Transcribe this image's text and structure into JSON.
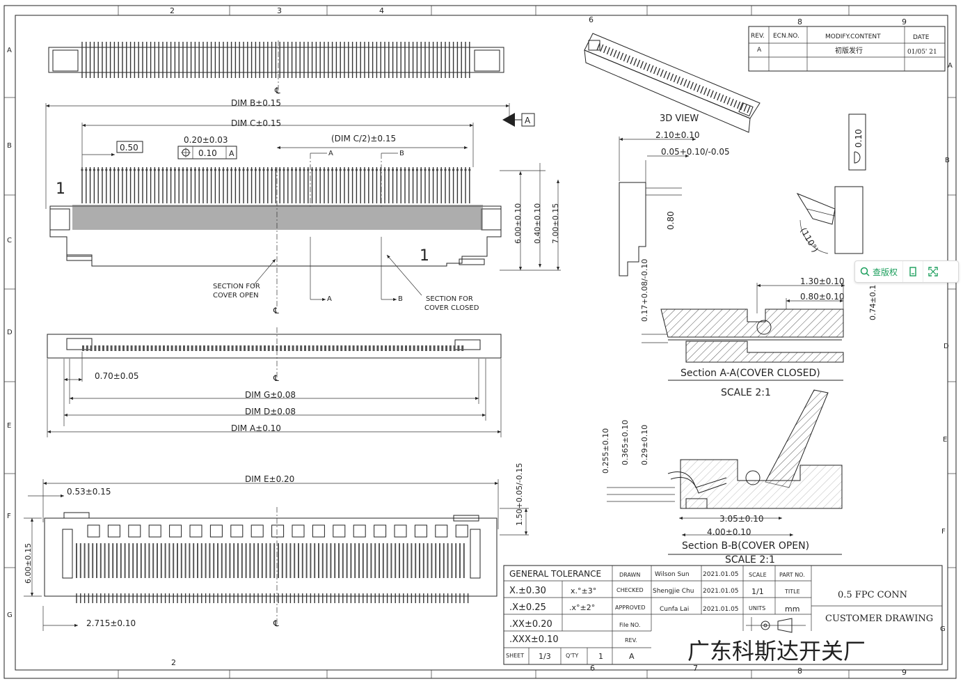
{
  "frame": {
    "col_markers": [
      "2",
      "3",
      "4",
      "6",
      "8",
      "9"
    ],
    "col_markers_bottom": [
      "2",
      "6",
      "7",
      "8",
      "9"
    ],
    "row_markers": [
      "A",
      "B",
      "C",
      "D",
      "E",
      "F",
      "G"
    ]
  },
  "revision_table": {
    "headers": [
      "REV.",
      "ECN.NO.",
      "MODIFY.CONTENT",
      "DATE"
    ],
    "row": [
      "A",
      "",
      "初版发行",
      "01/05' 21"
    ]
  },
  "labels": {
    "view_3d": "3D VIEW",
    "centerline": "℄",
    "datum": "A",
    "pin_one": "1",
    "section_open": [
      "SECTION FOR",
      "COVER OPEN"
    ],
    "section_closed": [
      "SECTION FOR",
      "COVER CLOSED"
    ],
    "cut_a": "A",
    "cut_b": "B",
    "section_aa": "Section A-A(COVER CLOSED)",
    "section_bb": "Section B-B(COVER OPEN)",
    "scale_1": "SCALE 2:1",
    "scale_2": "SCALE 2:1",
    "angle": "(110°)"
  },
  "dimensions": {
    "dim_b": "DIM B±0.15",
    "dim_c": "DIM C±0.15",
    "dim_c2": "(DIM C/2)±0.15",
    "pitch_box": "0.50",
    "pitch_tol": "0.20±0.03",
    "position_tol": "0.10",
    "h_600": "6.00±0.10",
    "h_040": "0.40±0.10",
    "h_700": "7.00±0.15",
    "dim_070": "0.70±0.05",
    "dim_g": "DIM G±0.08",
    "dim_d": "DIM D±0.08",
    "dim_a": "DIM A±0.10",
    "dim_e": "DIM E±0.20",
    "dim_053": "0.53±0.15",
    "dim_150": "1.50+0.05/-0.15",
    "dim_600b": "6.00±0.15",
    "dim_2715": "2.715±0.10",
    "side_210": "2.10±0.10",
    "side_005": "0.05+0.10/-0.05",
    "side_080": "0.80",
    "flat_010": "0.10",
    "sec_017": "0.17+0.08/-0.10",
    "sec_130": "1.30±0.10",
    "sec_080": "0.80±0.10",
    "sec_074": "0.74±0.1",
    "sec_0255": "0.255±0.10",
    "sec_0365": "0.365±0.10",
    "sec_029": "0.29±0.10",
    "sec_305": "3.05±0.10",
    "sec_400": "4.00±0.10"
  },
  "title_block": {
    "general_tolerance": "GENERAL TOLERANCE",
    "tol_x": "X.±0.30",
    "tol_x_ang": "x.°±3°",
    "tol_xx": ".X±0.25",
    "tol_xx_ang": ".x°±2°",
    "tol_xxx": ".XX±0.20",
    "tol_xxxx": ".XXX±0.10",
    "drawn_label": "DRAWN",
    "drawn_name": "Wilson Sun",
    "drawn_date": "2021.01.05",
    "checked_label": "CHECKED",
    "checked_name": "Shengjie Chu",
    "checked_date": "2021.01.05",
    "approved_label": "APPROVED",
    "approved_name": "Cunfa Lai",
    "approved_date": "2021.01.05",
    "file_no_label": "File NO.",
    "rev_label": "REV.",
    "scale_label": "SCALE",
    "scale_value": "1/1",
    "units_label": "UNITS",
    "units_value": "mm",
    "part_no_label": "PART NO.",
    "title_label": "TITLE",
    "title_value": "0.5 FPC CONN",
    "drawing_type": "CUSTOMER DRAWING",
    "sheet_label": "SHEET",
    "sheet_value": "1/3",
    "qty_label": "Q'TY",
    "qty_value": "1",
    "rev_value": "A",
    "company": "广东科斯达开关厂"
  },
  "toolbar": {
    "search_label": "查版权"
  }
}
